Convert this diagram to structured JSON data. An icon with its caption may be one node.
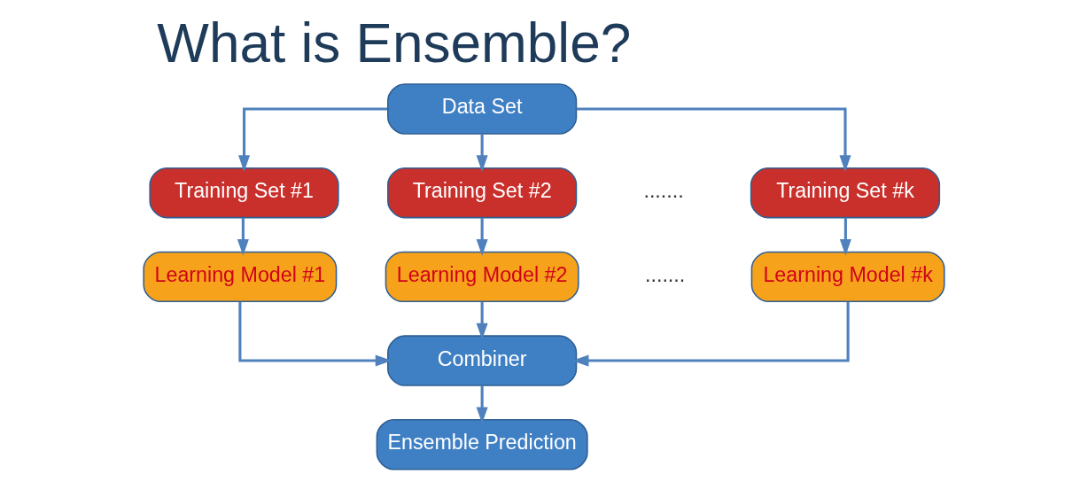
{
  "diagram": {
    "title": "What is Ensemble?",
    "nodes": [
      {
        "text": [
          "Data Set"
        ]
      },
      {
        "text": [
          "Training Set #1"
        ]
      },
      {
        "text": [
          "Training Set #2"
        ]
      },
      {
        "text": [
          "Training Set #k"
        ]
      },
      {
        "text": [
          "Learning Model #1"
        ]
      },
      {
        "text": [
          "Learning Model #2"
        ]
      },
      {
        "text": [
          "Learning Model #k"
        ]
      },
      {
        "text": [
          "Combiner"
        ]
      },
      {
        "text": [
          "Ensemble Prediction"
        ]
      }
    ],
    "edges": [
      {
        "from": 0,
        "to": 1,
        "arrow": "to"
      },
      {
        "from": 0,
        "to": 2,
        "arrow": "to"
      },
      {
        "from": 0,
        "to": 3,
        "arrow": "to"
      },
      {
        "from": 1,
        "to": 4,
        "arrow": "to"
      },
      {
        "from": 2,
        "to": 5,
        "arrow": "to"
      },
      {
        "from": 3,
        "to": 6,
        "arrow": "to"
      },
      {
        "from": 4,
        "to": 7,
        "arrow": "to"
      },
      {
        "from": 5,
        "to": 7,
        "arrow": "to"
      },
      {
        "from": 6,
        "to": 7,
        "arrow": "to"
      },
      {
        "from": 7,
        "to": 8,
        "arrow": "to"
      }
    ],
    "labels": [
      ".......",
      "......."
    ]
  }
}
